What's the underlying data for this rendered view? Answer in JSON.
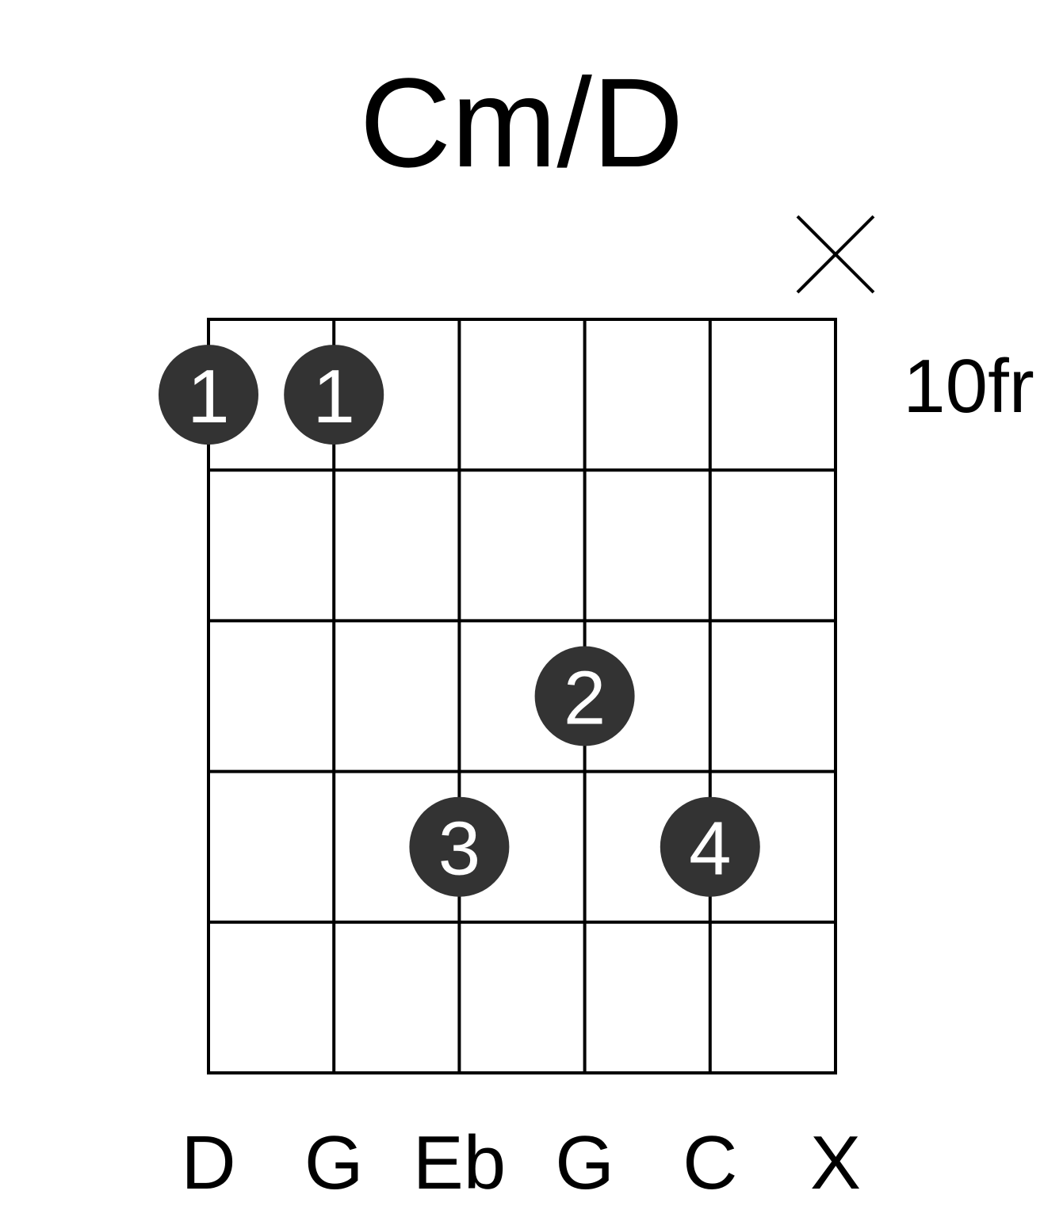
{
  "chord": {
    "name": "Cm/D",
    "base_fret_label": "10fr",
    "num_strings": 6,
    "num_frets": 5,
    "string_notes": [
      "D",
      "G",
      "Eb",
      "G",
      "C",
      "X"
    ],
    "muted_strings": [
      6
    ],
    "fingers": [
      {
        "string": 1,
        "fret": 1,
        "finger": "1"
      },
      {
        "string": 2,
        "fret": 1,
        "finger": "1"
      },
      {
        "string": 4,
        "fret": 3,
        "finger": "2"
      },
      {
        "string": 3,
        "fret": 4,
        "finger": "3"
      },
      {
        "string": 5,
        "fret": 4,
        "finger": "4"
      }
    ]
  },
  "colors": {
    "grid": "#000000",
    "dot": "#333333",
    "dot_text": "#ffffff",
    "text": "#000000"
  }
}
